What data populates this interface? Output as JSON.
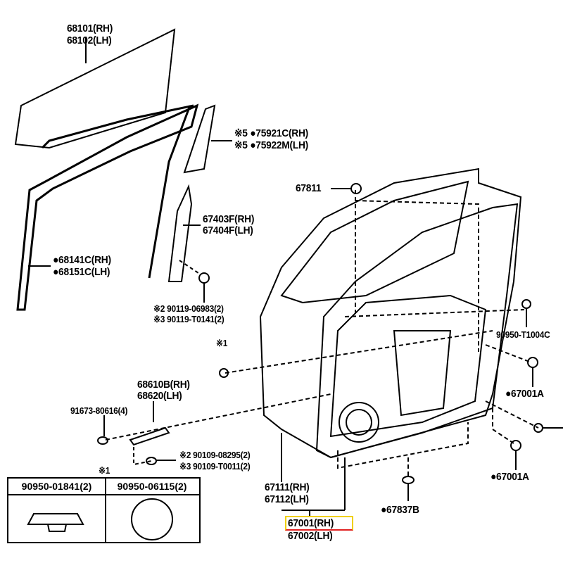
{
  "diagram": {
    "labels": {
      "glass": [
        "68101(RH)",
        "68102(LH)"
      ],
      "molding": [
        "※5 ●75921C(RH)",
        "※5 ●75922M(LH)"
      ],
      "hinge_cap": "67811",
      "channel": [
        "67403F(RH)",
        "67404F(LH)"
      ],
      "run": [
        "●68141C(RH)",
        "●68151C(LH)"
      ],
      "screw_top": [
        "※2 90119-06983(2)",
        "※3 90119-T0141(2)"
      ],
      "ref1_mid": "※1",
      "clip_right": "90950-T1004C",
      "cushion_upper": "●67001A",
      "check": [
        "68610B(RH)",
        "68620(LH)"
      ],
      "bolt_check": "91673-80616(4)",
      "bolt_lower": [
        "※2 90109-08295(2)",
        "※3 90109-T0011(2)"
      ],
      "ref1_table": "※1",
      "panel": [
        "67111(RH)",
        "67112(LH)"
      ],
      "cushion_lower": "●67001A",
      "plug": "●67837B",
      "door_assy": [
        "67001(RH)",
        "67002(LH)"
      ]
    },
    "table": {
      "headers": [
        "90950-01841(2)",
        "90950-06115(2)"
      ]
    },
    "highlight": {
      "color_border": "#f0d000",
      "color_underline": "#e02020"
    }
  }
}
